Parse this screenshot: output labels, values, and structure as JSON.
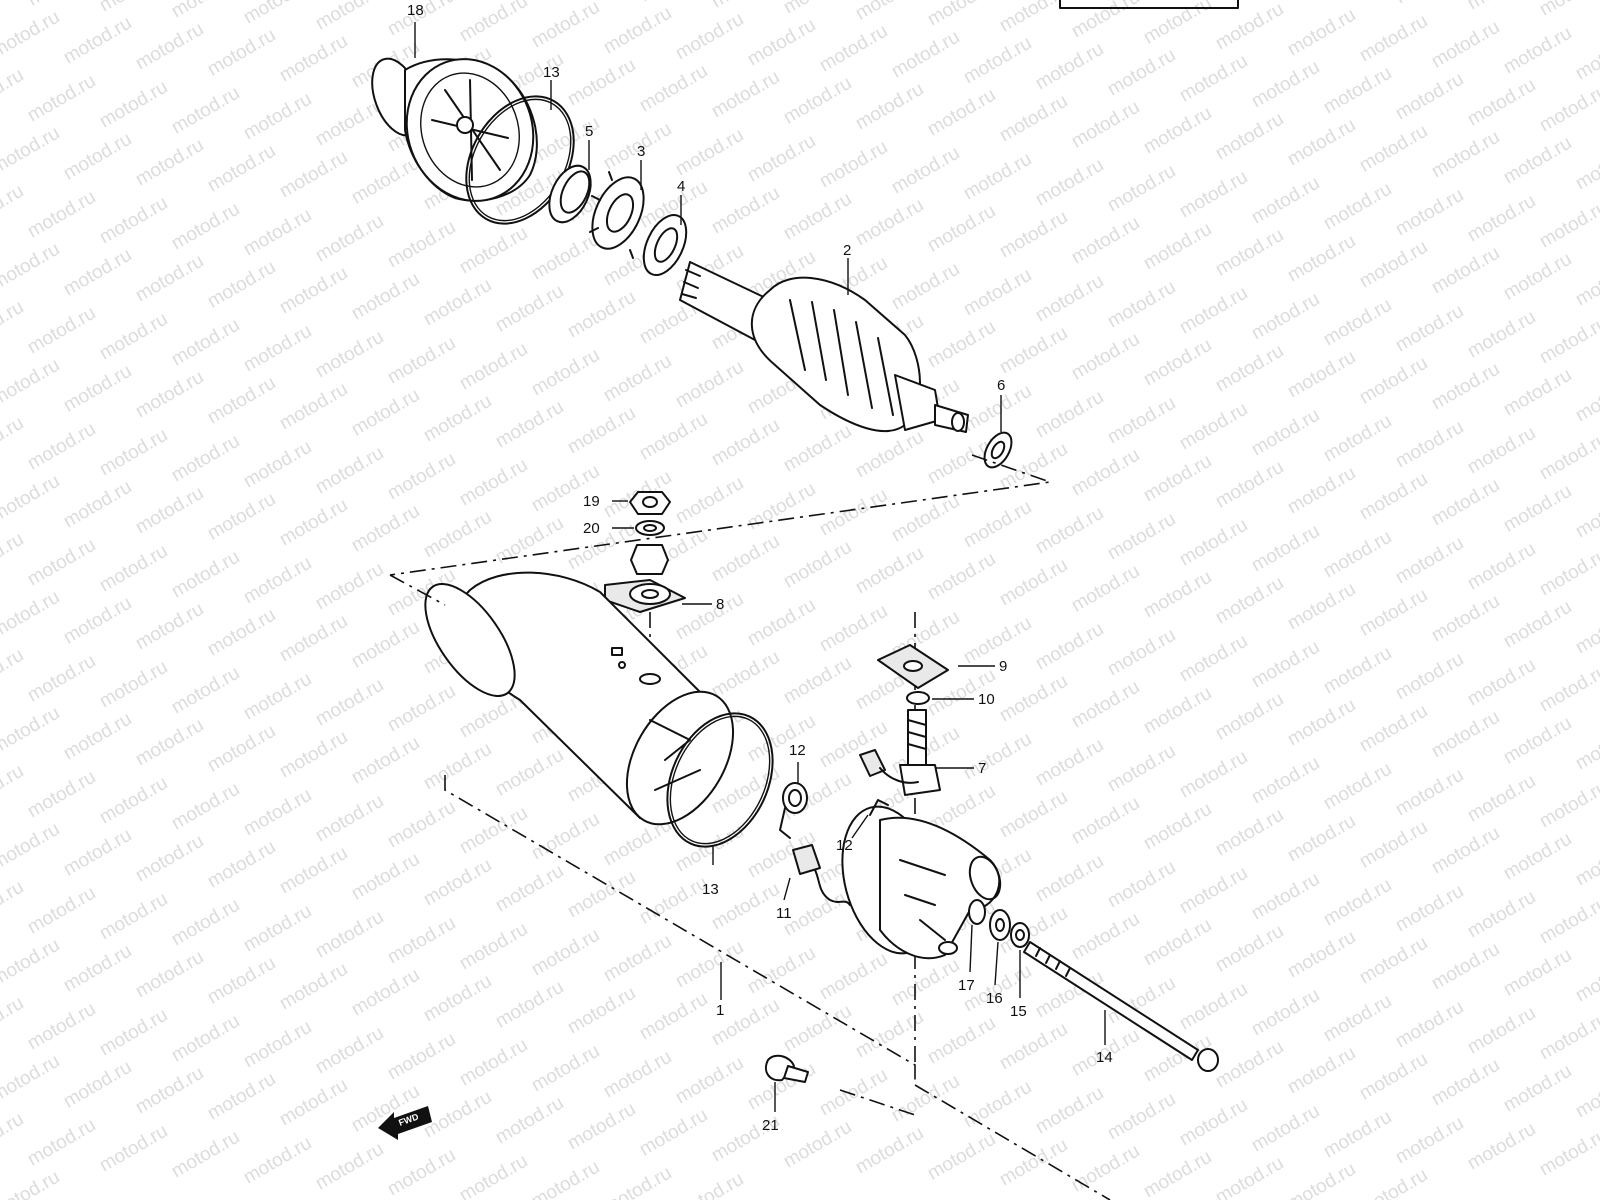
{
  "watermark": "motod.ru",
  "fwd_label": "FWD",
  "callouts": [
    {
      "id": "c18",
      "text": "18"
    },
    {
      "id": "c13a",
      "text": "13"
    },
    {
      "id": "c5",
      "text": "5"
    },
    {
      "id": "c3",
      "text": "3"
    },
    {
      "id": "c4",
      "text": "4"
    },
    {
      "id": "c2",
      "text": "2"
    },
    {
      "id": "c6",
      "text": "6"
    },
    {
      "id": "c19",
      "text": "19"
    },
    {
      "id": "c20",
      "text": "20"
    },
    {
      "id": "c8",
      "text": "8"
    },
    {
      "id": "c9",
      "text": "9"
    },
    {
      "id": "c10",
      "text": "10"
    },
    {
      "id": "c7",
      "text": "7"
    },
    {
      "id": "c12a",
      "text": "12"
    },
    {
      "id": "c12b",
      "text": "12"
    },
    {
      "id": "c13b",
      "text": "13"
    },
    {
      "id": "c11",
      "text": "11"
    },
    {
      "id": "c17",
      "text": "17"
    },
    {
      "id": "c16",
      "text": "16"
    },
    {
      "id": "c15",
      "text": "15"
    },
    {
      "id": "c1",
      "text": "1"
    },
    {
      "id": "c14",
      "text": "14"
    },
    {
      "id": "c21",
      "text": "21"
    }
  ]
}
